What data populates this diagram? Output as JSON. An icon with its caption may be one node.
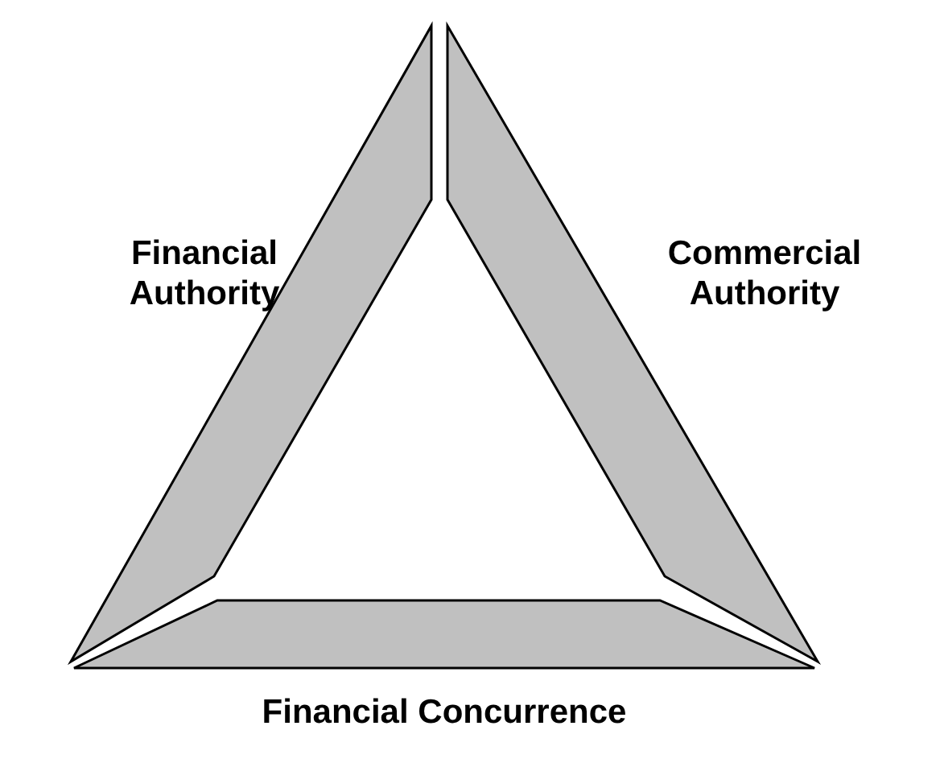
{
  "diagram": {
    "nodes": [
      {
        "text": [
          "Financial Authority"
        ]
      },
      {
        "text": [
          "Commercial Authority"
        ]
      },
      {
        "text": [
          "Financial Concurrence"
        ]
      }
    ]
  }
}
